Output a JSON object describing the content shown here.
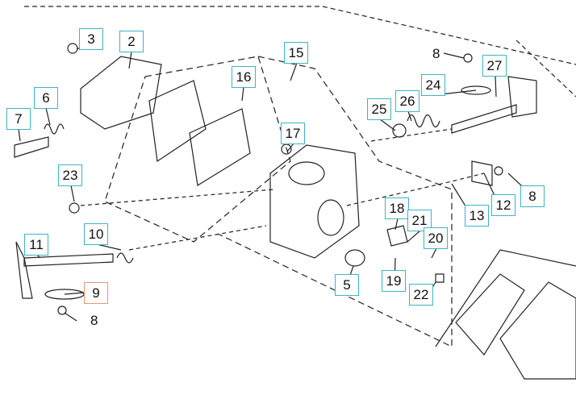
{
  "callouts": [
    {
      "id": "3",
      "highlight": false
    },
    {
      "id": "2",
      "highlight": false
    },
    {
      "id": "15",
      "highlight": false
    },
    {
      "id": "16",
      "highlight": false
    },
    {
      "id": "27",
      "highlight": false
    },
    {
      "id": "24",
      "highlight": false
    },
    {
      "id": "25",
      "highlight": false
    },
    {
      "id": "26",
      "highlight": false
    },
    {
      "id": "6",
      "highlight": false
    },
    {
      "id": "7",
      "highlight": false
    },
    {
      "id": "17",
      "highlight": false
    },
    {
      "id": "23",
      "highlight": false
    },
    {
      "id": "8",
      "highlight": false
    },
    {
      "id": "12",
      "highlight": false
    },
    {
      "id": "13",
      "highlight": false
    },
    {
      "id": "18",
      "highlight": false
    },
    {
      "id": "21",
      "highlight": false
    },
    {
      "id": "20",
      "highlight": false
    },
    {
      "id": "11",
      "highlight": false
    },
    {
      "id": "10",
      "highlight": false
    },
    {
      "id": "5",
      "highlight": false
    },
    {
      "id": "19",
      "highlight": false
    },
    {
      "id": "22",
      "highlight": false
    },
    {
      "id": "9",
      "highlight": true
    }
  ],
  "plain_labels": [
    "8",
    "8"
  ],
  "colors": {
    "callout_border": "#3db4c6",
    "highlight_border": "#e8957a"
  }
}
